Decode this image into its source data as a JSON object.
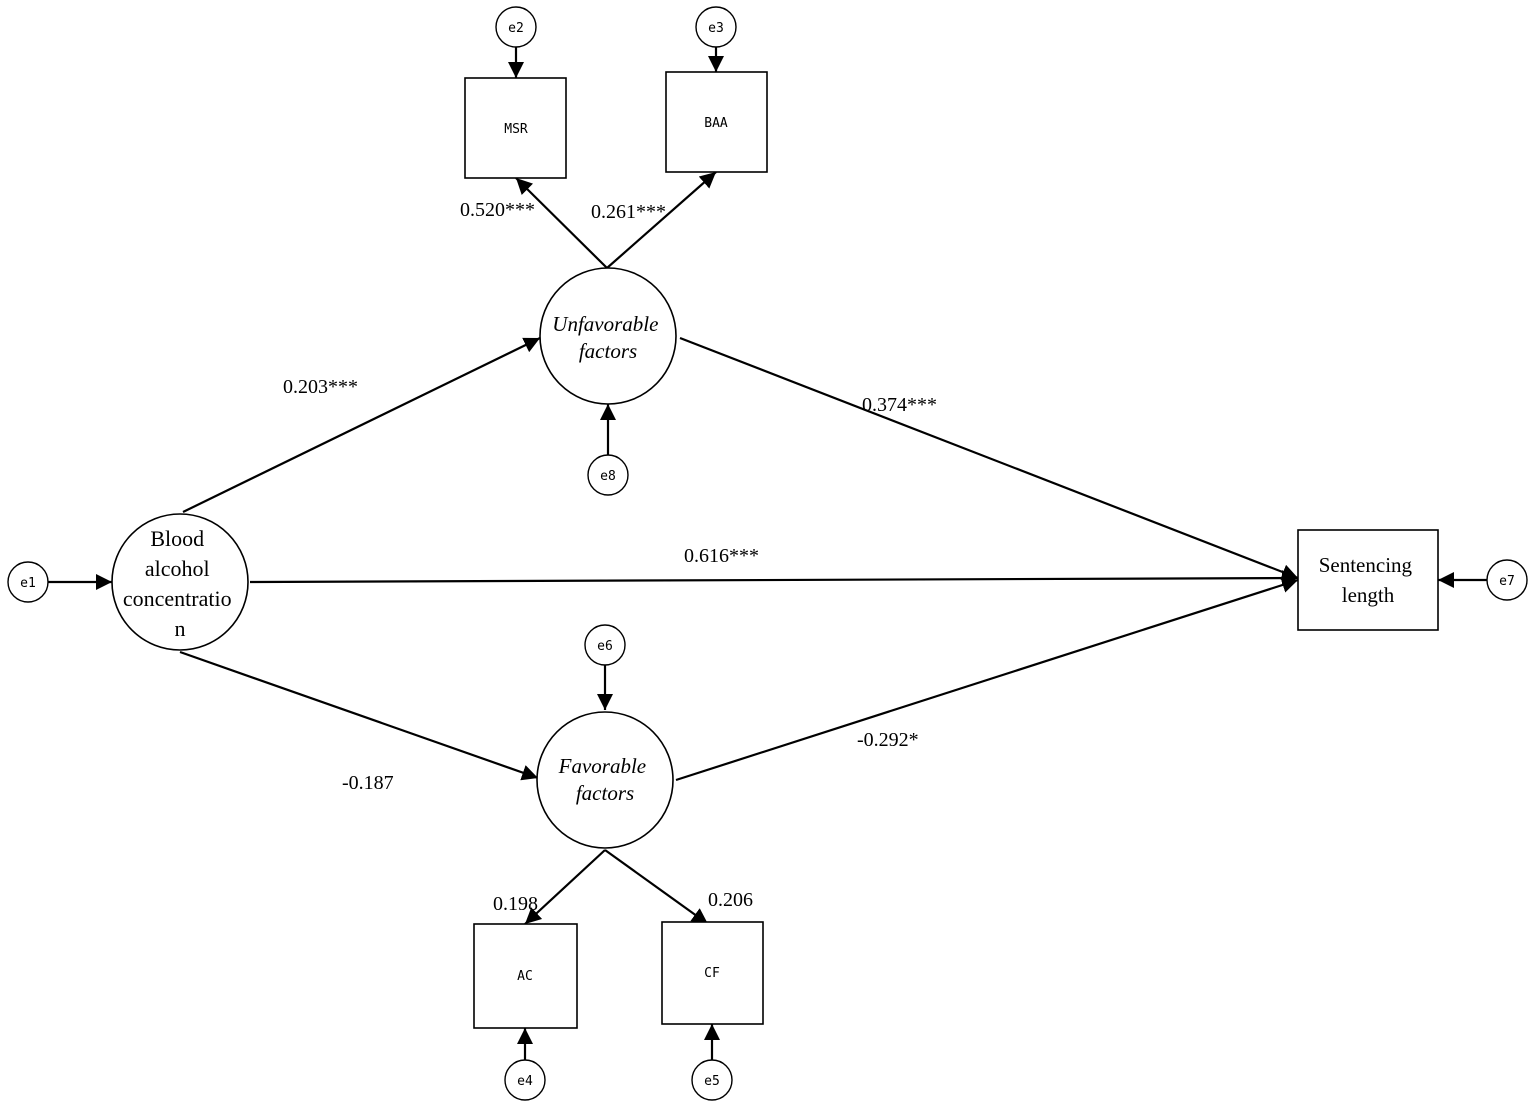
{
  "latent": {
    "unfavorable": [
      "Unfavorable",
      "factors"
    ],
    "favorable": [
      "Favorable",
      "factors"
    ]
  },
  "bac": [
    "Blood",
    "alcohol",
    "concentratio",
    "n"
  ],
  "outcome": [
    "Sentencing",
    "length"
  ],
  "indicators": {
    "msr": "MSR",
    "baa": "BAA",
    "ac": "AC",
    "cf": "CF"
  },
  "errors": {
    "e1": "e1",
    "e2": "e2",
    "e3": "e3",
    "e4": "e4",
    "e5": "e5",
    "e6": "e6",
    "e7": "e7",
    "e8": "e8"
  },
  "coefficients": {
    "msr": "0.520***",
    "baa": "0.261***",
    "bac_unfav": "0.203***",
    "unfav_sent": "0.374***",
    "bac_sent": "0.616***",
    "bac_fav": "-0.187",
    "fav_sent": "-0.292*",
    "ac": "0.198",
    "cf": "0.206"
  }
}
